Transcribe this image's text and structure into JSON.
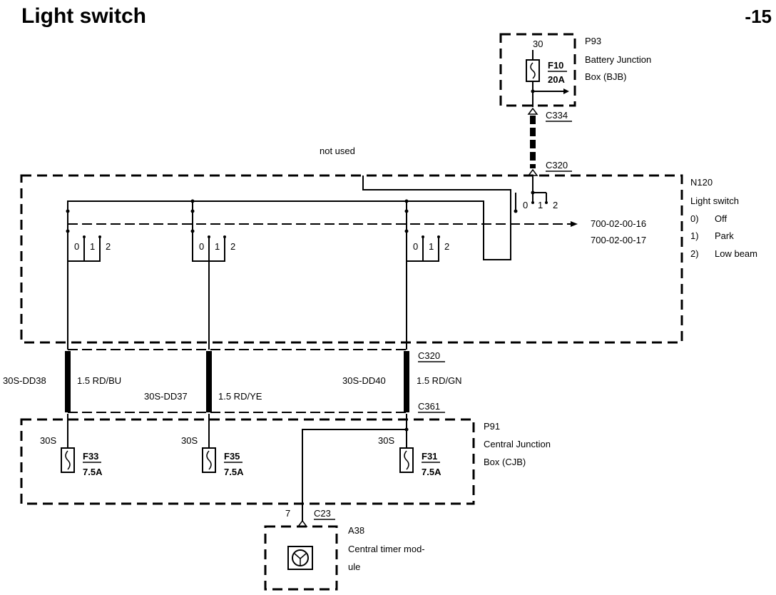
{
  "title": "Light switch",
  "page_number": "-15",
  "not_used": "not used",
  "bjb": {
    "id": "P93",
    "name_line1": "Battery Junction",
    "name_line2": "Box (BJB)",
    "terminal": "30",
    "fuse_id": "F10",
    "fuse_rating": "20A",
    "connector_out": "C334"
  },
  "switch": {
    "id": "N120",
    "name": "Light switch",
    "connector_top": "C320",
    "positions": [
      {
        "num": "0)",
        "label": "Off"
      },
      {
        "num": "1)",
        "label": "Park"
      },
      {
        "num": "2)",
        "label": "Low beam"
      }
    ],
    "pos_labels": [
      "0",
      "1",
      "2"
    ],
    "refs": [
      "700-02-00-16",
      "700-02-00-17"
    ]
  },
  "wires": [
    {
      "circuit": "30S-DD38",
      "spec": "1.5 RD/BU"
    },
    {
      "circuit": "30S-DD37",
      "spec": "1.5 RD/YE"
    },
    {
      "circuit": "30S-DD40",
      "spec": "1.5 RD/GN"
    }
  ],
  "connector_mid_top": "C320",
  "connector_mid_bottom": "C361",
  "cjb": {
    "id": "P91",
    "name_line1": "Central Junction",
    "name_line2": "Box (CJB)",
    "fuses": [
      {
        "terminal": "30S",
        "id": "F33",
        "rating": "7.5A"
      },
      {
        "terminal": "30S",
        "id": "F35",
        "rating": "7.5A"
      },
      {
        "terminal": "30S",
        "id": "F31",
        "rating": "7.5A"
      }
    ]
  },
  "ctm": {
    "id": "A38",
    "name_line1": "Central timer mod-",
    "name_line2": "ule",
    "pin": "7",
    "connector": "C23"
  }
}
